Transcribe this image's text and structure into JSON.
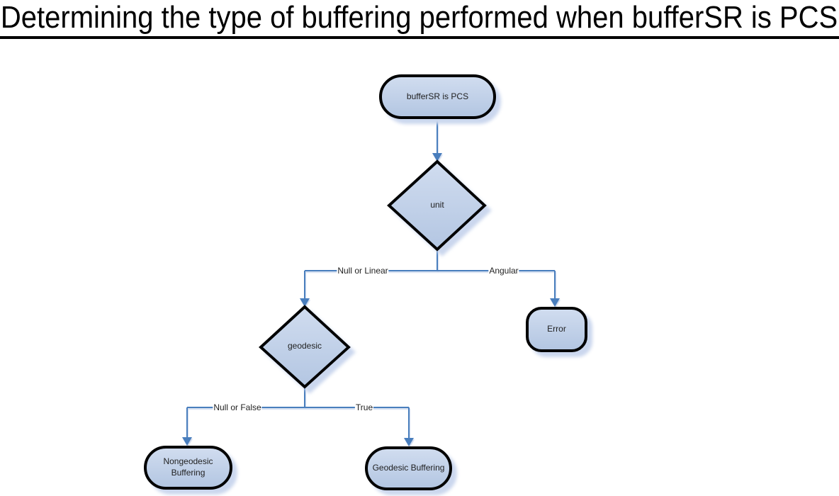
{
  "title": "Determining the type of buffering performed when bufferSR is PCS",
  "nodes": {
    "start": "bufferSR is PCS",
    "unit": "unit",
    "geodesic": "geodesic",
    "error": "Error",
    "nongeodesic": "Nongeodesic Buffering",
    "geodesic_buffering": "Geodesic Buffering"
  },
  "edges": {
    "unit_left": "Null or Linear",
    "unit_right": "Angular",
    "geodesic_left": "Null or False",
    "geodesic_right": "True"
  },
  "colors": {
    "connector": "#4a7ebd",
    "border": "#000000",
    "fill_top": "#d0dcef",
    "fill_bottom": "#b3c6e2",
    "shadow": "#cbd7ee",
    "text": "#1f1f1f"
  }
}
